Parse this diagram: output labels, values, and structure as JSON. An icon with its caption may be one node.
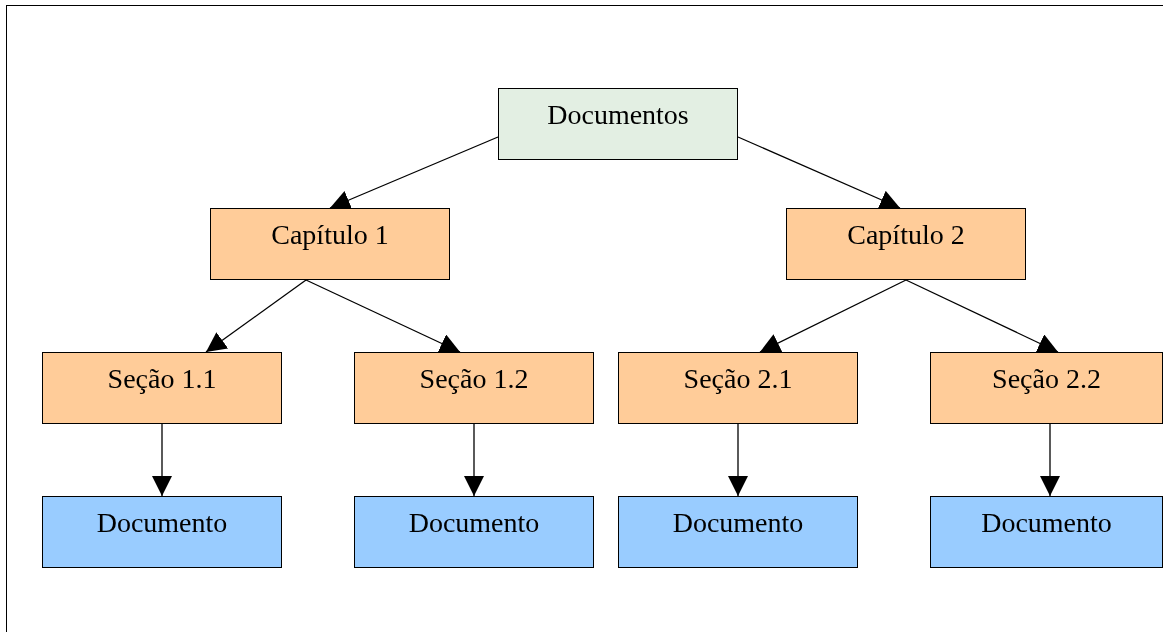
{
  "diagram": {
    "nodes": [
      {
        "text": [
          "Documentos"
        ]
      },
      {
        "text": [
          "Capítulo 1"
        ]
      },
      {
        "text": [
          "Capítulo 2"
        ]
      },
      {
        "text": [
          "Seção 1.1"
        ]
      },
      {
        "text": [
          "Seção 1.2"
        ]
      },
      {
        "text": [
          "Seção 2.1"
        ]
      },
      {
        "text": [
          "Seção 2.2"
        ]
      },
      {
        "text": [
          "Documento"
        ]
      },
      {
        "text": [
          "Documento"
        ]
      },
      {
        "text": [
          "Documento"
        ]
      },
      {
        "text": [
          "Documento"
        ]
      }
    ],
    "edges": [
      {
        "from": 0,
        "to": 1,
        "arrow": "to"
      },
      {
        "from": 0,
        "to": 2,
        "arrow": "to"
      },
      {
        "from": 1,
        "to": 3,
        "arrow": "to"
      },
      {
        "from": 1,
        "to": 4,
        "arrow": "to"
      },
      {
        "from": 2,
        "to": 5,
        "arrow": "to"
      },
      {
        "from": 2,
        "to": 6,
        "arrow": "to"
      },
      {
        "from": 3,
        "to": 7,
        "arrow": "to"
      },
      {
        "from": 4,
        "to": 8,
        "arrow": "to"
      },
      {
        "from": 5,
        "to": 9,
        "arrow": "to"
      },
      {
        "from": 6,
        "to": 10,
        "arrow": "to"
      }
    ]
  }
}
